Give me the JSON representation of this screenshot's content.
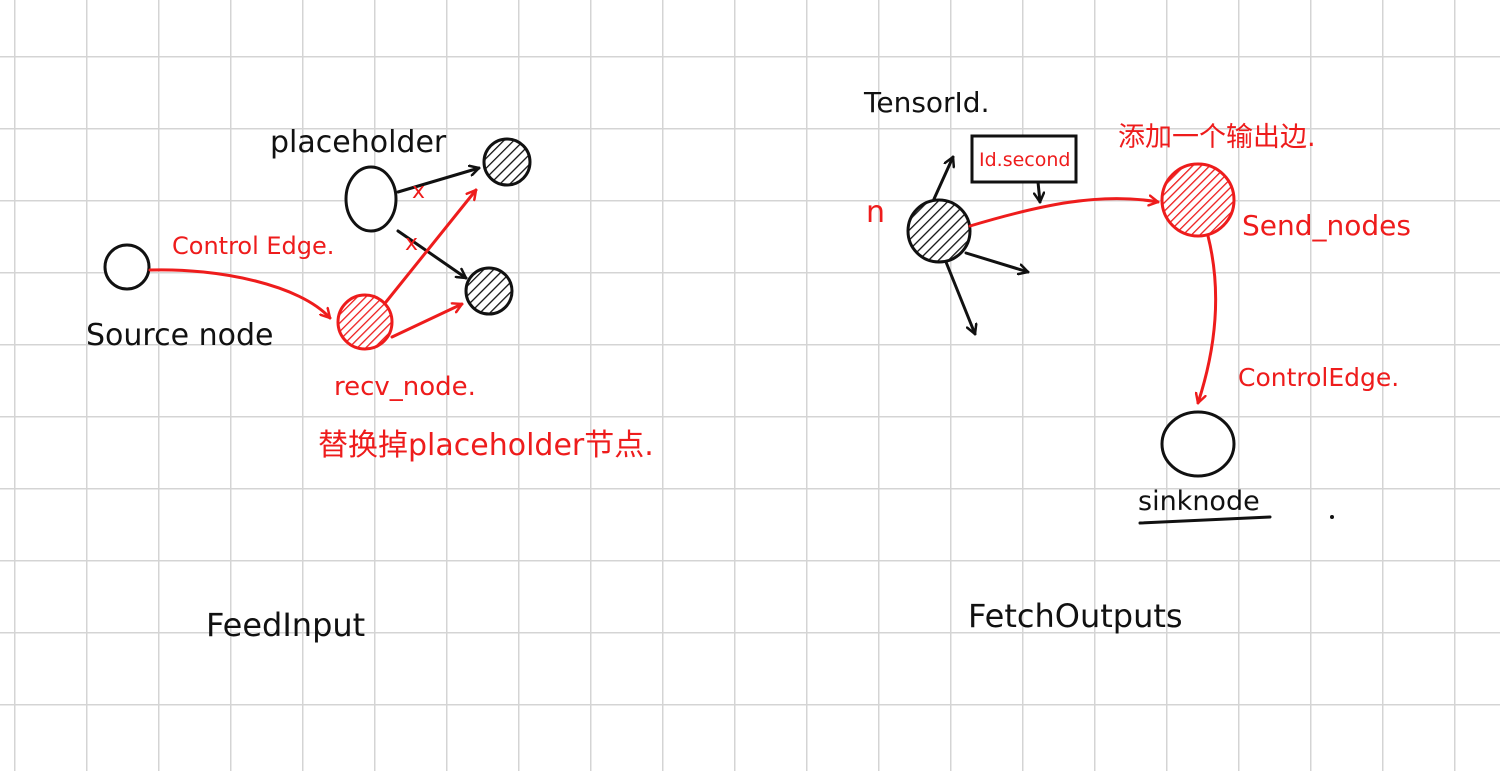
{
  "feed_input": {
    "section_title": "FeedInput",
    "placeholder_label": "placeholder",
    "control_edge_label": "Control Edge.",
    "source_node_label": "Source node",
    "recv_node_label": "recv_node.",
    "replace_note": "替换掉placeholder节点.",
    "removed_edge_mark": "x"
  },
  "fetch_outputs": {
    "section_title": "FetchOutputs",
    "tensor_id_label": "TensorId.",
    "id_second_label": "Id.second",
    "node_n_label": "n",
    "add_output_note": "添加一个输出边.",
    "send_nodes_label": "Send_nodes",
    "control_edge_label": "ControlEdge.",
    "sink_node_label": "sinknode"
  },
  "colors": {
    "ink": "#111111",
    "accent": "#ee1c1c",
    "grid": "#d4d4d4",
    "paper": "#ffffff"
  }
}
